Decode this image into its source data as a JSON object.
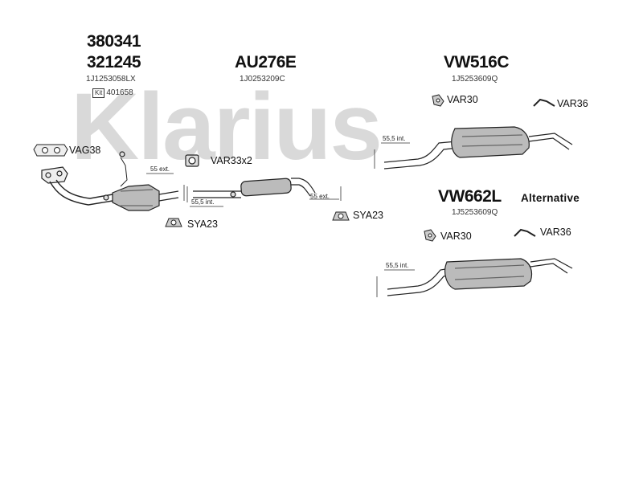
{
  "watermark": {
    "text": "Klarius",
    "color": "#d9d9d9"
  },
  "front_section": {
    "part_numbers": [
      "380341",
      "321245"
    ],
    "oem_code": "1J1253058LX",
    "kit_badge": "Kit",
    "kit_number": "401658",
    "gasket_label": "VAG38",
    "pipe_dimension": "55 ext."
  },
  "middle_section": {
    "part_number": "AU276E",
    "oem_code": "1J0253209C",
    "clamp_label": "VAR33x2",
    "dim_inlet": "55,5 int.",
    "dim_outlet": "55 ext.",
    "mount_left_label": "SYA23",
    "mount_right_label": "SYA23"
  },
  "rear_section": {
    "part_number": "VW516C",
    "oem_code": "1J5253609Q",
    "mount_label": "VAR30",
    "hanger_label": "VAR36",
    "dim_inlet": "55,5 int."
  },
  "alternative_section": {
    "part_number": "VW662L",
    "tag": "Alternative",
    "oem_code": "1J5253609Q",
    "mount_label": "VAR30",
    "hanger_label": "VAR36",
    "dim_inlet": "55,5 int."
  }
}
